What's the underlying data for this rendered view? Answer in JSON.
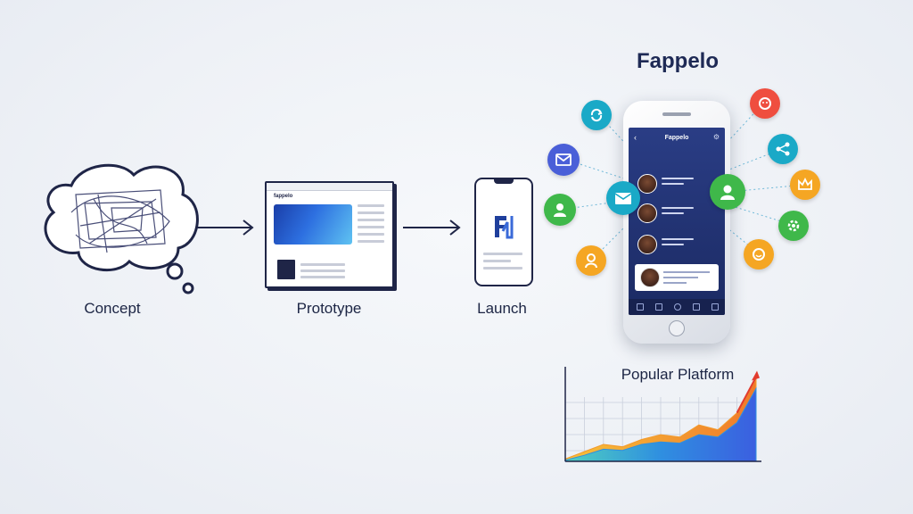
{
  "brand": "Fappelo",
  "stages": [
    {
      "label": "Concept"
    },
    {
      "label": "Prototype"
    },
    {
      "label": "Launch"
    }
  ],
  "prototype_window": {
    "title": "fappelo"
  },
  "app_screen": {
    "title": "Fappelo"
  },
  "chart_title": "Popular Platform",
  "icons": {
    "top_left": "refresh-icon",
    "left": "mail-icon",
    "mid_left": "user-icon",
    "center_left": "mail-icon",
    "center_right": "user-icon",
    "top_right": "face-icon",
    "right_1": "share-icon",
    "right_2": "crown-icon",
    "right_3": "settings-icon",
    "bottom_right": "chat-icon",
    "bottom_left": "person-icon"
  },
  "colors": {
    "navy": "#1f2547",
    "teal": "#1aa9c7",
    "green": "#3fb84a",
    "orange": "#f5a623",
    "red": "#ef4e3f",
    "blue": "#4a5fd8",
    "chart_orange": "#f39a2b",
    "chart_blue": "#2f8fe0"
  },
  "chart_data": {
    "type": "area",
    "title": "Popular Platform",
    "xlabel": "",
    "ylabel": "",
    "x": [
      0,
      1,
      2,
      3,
      4,
      5,
      6,
      7,
      8,
      9,
      10
    ],
    "series": [
      {
        "values": [
          2,
          8,
          14,
          12,
          18,
          22,
          20,
          30,
          26,
          40,
          68
        ]
      },
      {
        "values": [
          1,
          5,
          10,
          9,
          14,
          16,
          15,
          22,
          20,
          32,
          60
        ]
      }
    ],
    "ylim": [
      0,
      75
    ],
    "grid": true,
    "trend_arrow": true
  }
}
